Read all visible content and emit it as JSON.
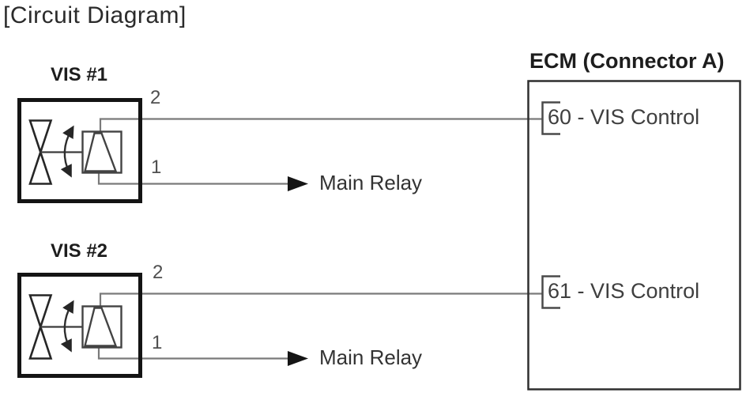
{
  "title": "[Circuit Diagram]",
  "components": {
    "vis1": {
      "label": "VIS #1",
      "pin_top": "2",
      "pin_bottom": "1",
      "pin_bottom_target": "Main Relay"
    },
    "vis2": {
      "label": "VIS #2",
      "pin_top": "2",
      "pin_bottom": "1",
      "pin_bottom_target": "Main Relay"
    },
    "ecm": {
      "label": "ECM (Connector A)",
      "pins": [
        {
          "label": "60 - VIS Control"
        },
        {
          "label": "61 - VIS Control"
        }
      ]
    }
  },
  "icons": {
    "valve": "butterfly-valve-icon",
    "rotation": "rotation-arrow-icon",
    "actuator": "solenoid-actuator-icon",
    "relay_arrow": "arrow-right-icon",
    "ecm_pin": "pin-terminal-icon"
  },
  "colors": {
    "background": "#ffffff",
    "wire": "#7a7a7a",
    "vis_box_border": "#141414",
    "ecm_box_border": "#2f2f2f",
    "symbol_stroke": "#434343",
    "arrow_fill": "#151515",
    "text": "#2b2b2b"
  }
}
